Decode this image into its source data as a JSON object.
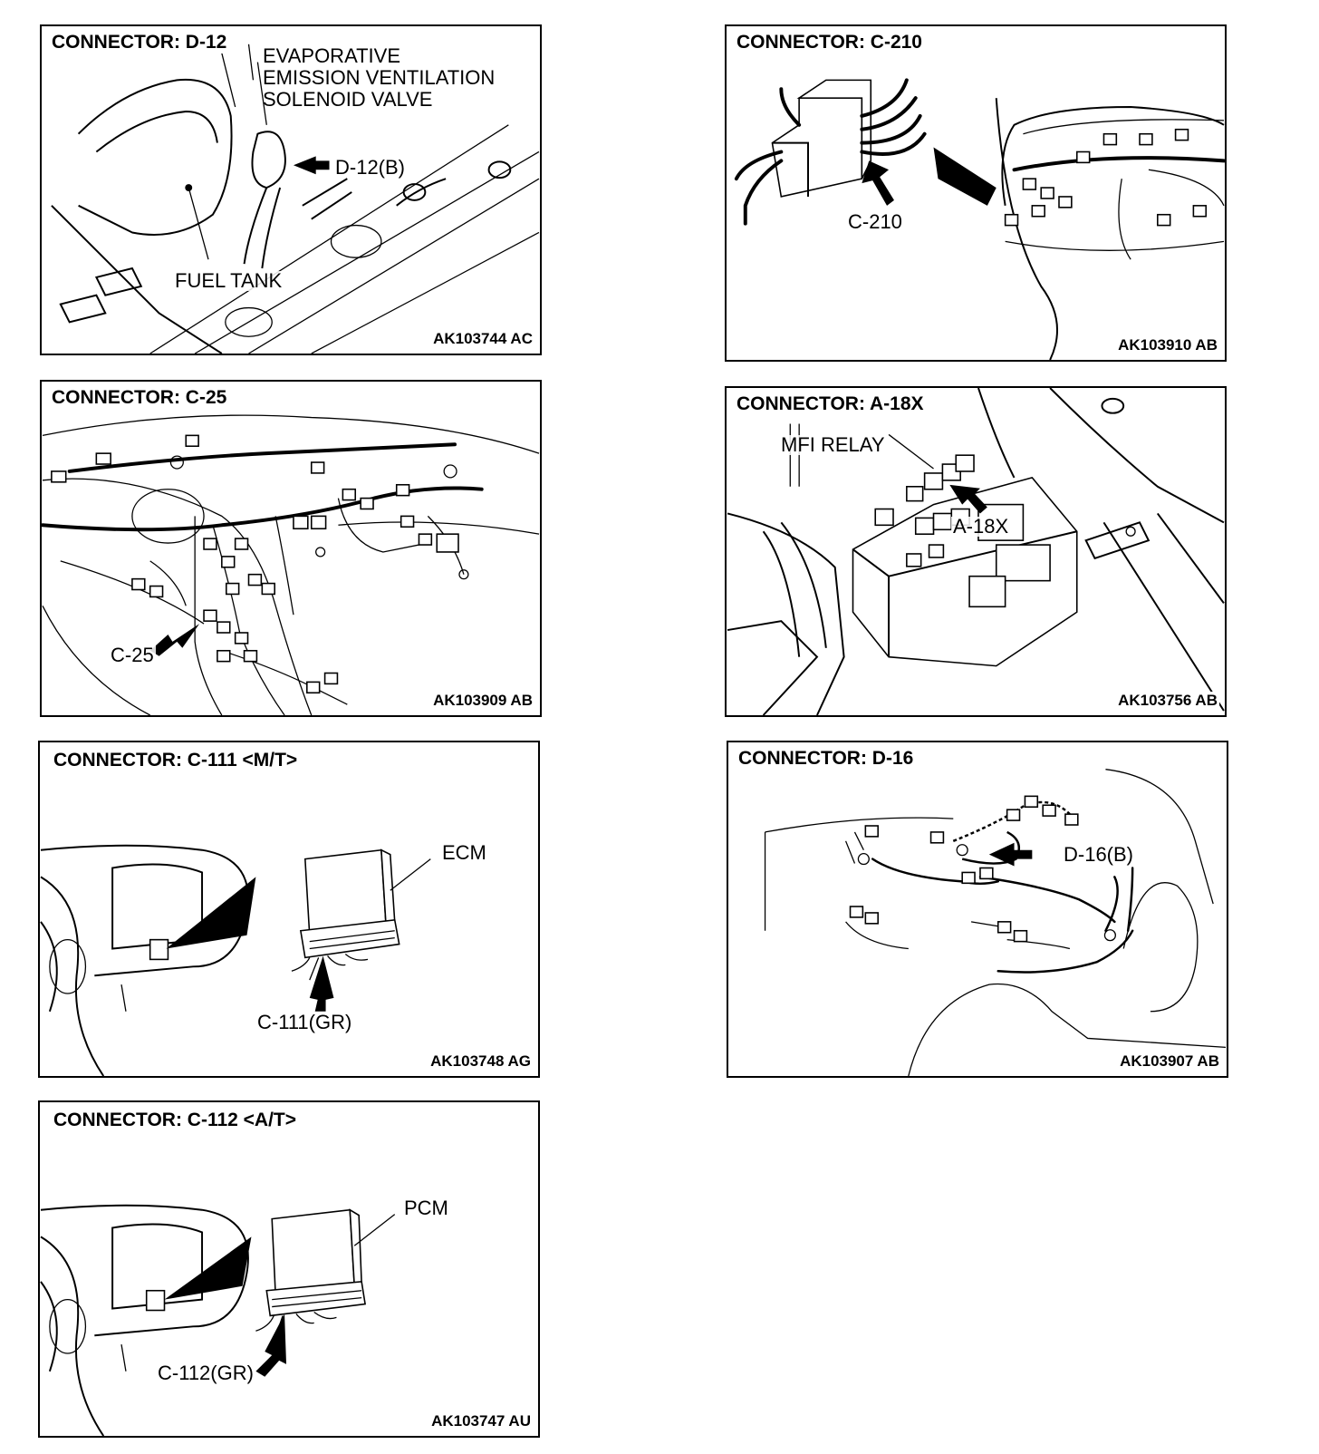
{
  "panels": [
    {
      "title": "CONNECTOR: D-12",
      "code": "AK103744 AC",
      "labels": [
        "EVAPORATIVE",
        "EMISSION VENTILATION",
        "SOLENOID VALVE",
        "D-12(B)",
        "FUEL TANK"
      ]
    },
    {
      "title": "CONNECTOR: C-210",
      "code": "AK103910 AB",
      "labels": [
        "C-210"
      ]
    },
    {
      "title": "CONNECTOR: C-25",
      "code": "AK103909 AB",
      "labels": [
        "C-25"
      ]
    },
    {
      "title": "CONNECTOR: A-18X",
      "code": "AK103756 AB",
      "labels": [
        "MFI RELAY",
        "A-18X"
      ]
    },
    {
      "title": "CONNECTOR: C-111 <M/T>",
      "code": "AK103748 AG",
      "labels": [
        "ECM",
        "C-111(GR)"
      ]
    },
    {
      "title": "CONNECTOR: D-16",
      "code": "AK103907 AB",
      "labels": [
        "D-16(B)"
      ]
    },
    {
      "title": "CONNECTOR: C-112 <A/T>",
      "code": "AK103747 AU",
      "labels": [
        "PCM",
        "C-112(GR)"
      ]
    }
  ]
}
